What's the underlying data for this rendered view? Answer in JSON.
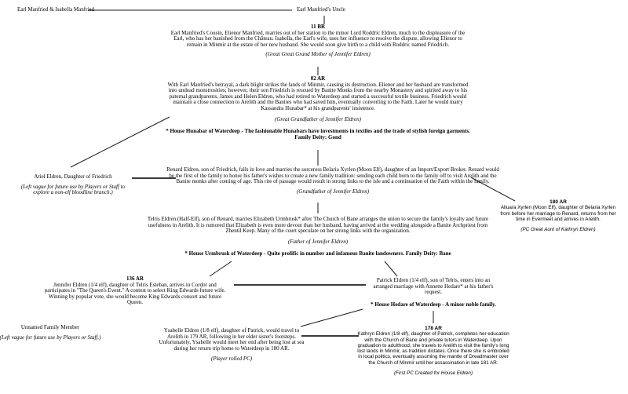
{
  "colors": {
    "background": "#ffffff",
    "text": "#000000",
    "line": "#1a1a1a",
    "sibling_line": "#3c3c3c"
  },
  "tree": {
    "roots": {
      "couple": "Earl Manfried & Isabella Manfried",
      "uncle": "Earl Manfried's Uncle"
    },
    "nodes": {
      "gen1": {
        "era": "11 BR",
        "body": "Earl Manfried's Cousin, Elienor Manfried, marries out of her station to the minor Lord Roddric Eldren, much to the displeasure of the Earl, who has her banished from the Château. Isabella, the Earl's wife, uses her influence to resolve the dispute, allowing Elienor to remain in Minmir at the estate of her new husband. She would soon give birth to a child with Roddric named Friedrich.",
        "note": "(Great Great Grand Mother of Jennifer Eldren)"
      },
      "gen2": {
        "era": "02 AR",
        "body": "With Earl Manfried's betrayal, a dark blight strikes the lands of Minmir, causing its destruction. Elienor and her husband are transformed into undead monstrosities; however, their son Friedrich is rescued by Banite Monks from the nearby Monastery and spirited away to his paternal grandparents, James and Helen Eldren, who had retired to Waterdeep and started a successful textile business. Friedrich would maintain a close connection to Arelith and the Banites who had saved him, eventually converting to the Faith. Later he would marry Kassandra Hunabar* at his grandparents' insistence.",
        "note": "(Great Grandfather of Jennifer Eldren)",
        "house": "* House Hunabar of Waterdeep - The fashionable Hunabars have investments in textiles and the trade of stylish foreign garments. Family Deity: Gond"
      },
      "ariel": {
        "title": "Ariel Eldren, Daughter of Friedrich",
        "note": "(Left vague for future use by Players or Staff to explore a non-elf bloodline branch.)"
      },
      "renard": {
        "body": "Renard Eldren, son of Friedrich, falls in love and marries the sorceress Belaria Xyrlen (Moon Elf), daughter of an Import/Export Broker. Renard would be the first of the family to honor his father's wishes to create a new family tradition: sending each child born to the family off to visit Arelith and the Banite monks after coming of age. This rite of passage would result in strong links to the isle and a continuation of the Faith within the family.",
        "note": "(Grandfather of Jennifer Eldren)"
      },
      "alluara": {
        "era": "180 AR",
        "body": "Alluara Xyrlen (Moon Elf), daughter of Belaria Xyrlen from before her marriage to Renard, returns from her time in Evermeet and arrives in Arelith.",
        "note": "(PC Great Aunt of Kathryn Eldren)"
      },
      "telris": {
        "body": "Telris Eldren (Half-Elf), son of Renard, marries Elizabeth Urmbrusk* after The Church of Bane arranges the union to secure the family's loyalty and future usefulness in Arelith. It is rumored that Elizabeth is even more devout than her husband, having arrived at the wedding alongside a Banite Archpriest from Zhentil Keep. Many of the court speculate on her strong links with the organization.",
        "note": "(Father of Jennifer Eldren)",
        "house": "* House Urmbrusk of Waterdeep - Quite prolific in number and infamous Banite landowners. Family Deity: Bane"
      },
      "jennifer": {
        "era": "136 AR",
        "body": "Jennifer Eldren (1/4 elf), daughter of Telris Esteban, arrives in Cordor and participates in \"The Queen's Event.\" A contest to select King Edwards future wife. Winning by popular vote, she would become King Edwards consort and future Queen."
      },
      "patrick": {
        "body": "Patrick Eldren (1/4 elf), son of Telris, enters into an arranged marriage with Annette Hedare* at his father's request.",
        "house": "* House Hedare of Waterdeep - A minor noble family."
      },
      "unnamed": {
        "title": "Unnamed Family Member",
        "note": "(Left vague for future use by Players or Staff.)"
      },
      "ysabelle": {
        "body": "Ysabelle Eldren (1/8 elf), daughter of Patrick, would travel to Arelith in 179 AR, following in her elder sister's footsteps. Unfortunately, Ysabelle would meet her end after being lost at sea during her return trip home to Waterdeep in 180 AR.",
        "note": "(Player rolled PC)"
      },
      "kathryn": {
        "era": "178 AR",
        "body": "Kathryn Eldren (1/8 elf), daughter of Patrick, completes her education with the Church of Bane and private tutors in Waterdeep. Upon graduation to adulthood, she travels to Arelith to visit the family's long lost lands in Minmir, as tradition dictates. Once there she is embroiled in local politics, eventually assuming the mantle of Dreadmaster over the Church of Minmir until her assassination in late 181 AR.",
        "note": "(First PC Created for House Eldren)"
      }
    }
  }
}
